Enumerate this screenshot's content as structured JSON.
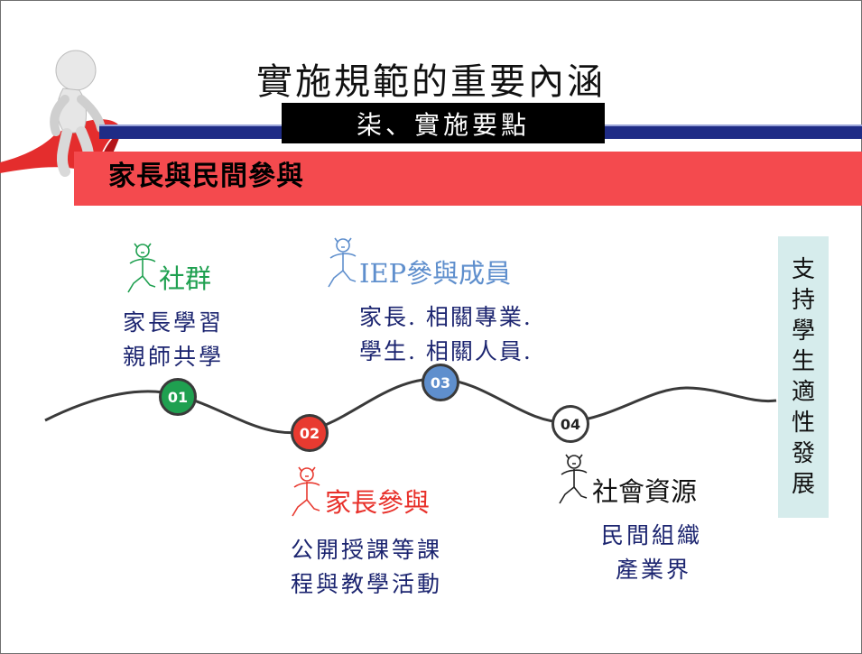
{
  "header": {
    "title": "實施規範的重要內涵",
    "subtitle": "柒、實施要點"
  },
  "section": {
    "title": "家長與民間參與"
  },
  "nodes": [
    {
      "number": "01",
      "label": "社群",
      "lines": [
        "家長學習",
        "親師共學"
      ],
      "color": "#1fa050"
    },
    {
      "number": "02",
      "label": "家長參與",
      "lines": [
        "公開授課等課",
        "程與教學活動"
      ],
      "color": "#e83a30"
    },
    {
      "number": "03",
      "label": "IEP參與成員",
      "lines": [
        "家長. 相關專業.",
        "學生. 相關人員."
      ],
      "color": "#5f8fcd"
    },
    {
      "number": "04",
      "label": "社會資源",
      "lines": [
        "民間組織",
        "產業界"
      ],
      "color": "#ffffff"
    }
  ],
  "side_label": [
    "支",
    "持",
    "學",
    "生",
    "適",
    "性",
    "發",
    "展"
  ],
  "colors": {
    "banner": "#f44a4e",
    "header_bar": "#1f2c86",
    "body_text": "#1c2570",
    "side_box": "#d6ecec"
  },
  "icons": [
    "figure-unrolling-paper-illustration",
    "stick-figure-icon"
  ]
}
